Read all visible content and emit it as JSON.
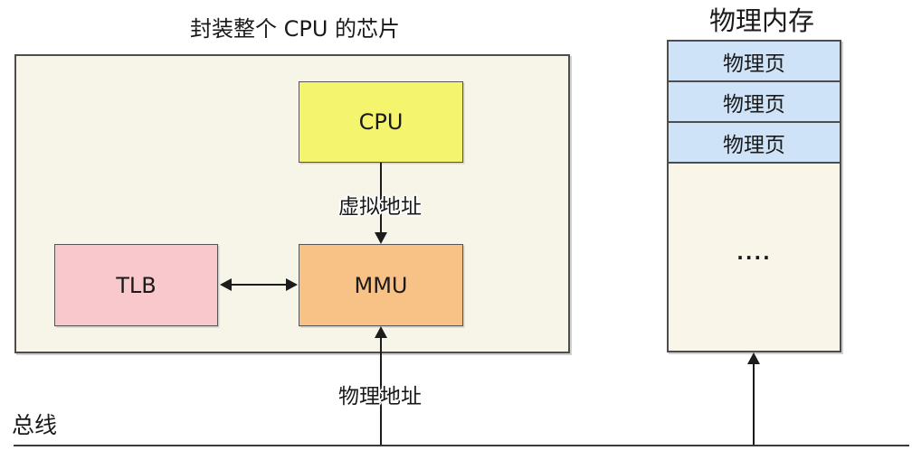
{
  "chip": {
    "title": "封装整个 CPU 的芯片",
    "cpu_label": "CPU",
    "tlb_label": "TLB",
    "mmu_label": "MMU"
  },
  "labels": {
    "virtual_address": "虚拟地址",
    "physical_address": "物理地址",
    "bus": "总线"
  },
  "memory": {
    "title": "物理内存",
    "pages": [
      "物理页",
      "物理页",
      "物理页"
    ],
    "ellipsis": "...."
  },
  "colors": {
    "chip_fill": "#f7f4e8",
    "memory_fill": "#f9f6e9",
    "cpu_fill": "#f5f56d",
    "tlb_fill": "#f9c8cd",
    "mmu_fill": "#f8c286",
    "page_fill": "#cfe3f8",
    "border": "#4d4d4d",
    "line": "#1c1c1c"
  }
}
